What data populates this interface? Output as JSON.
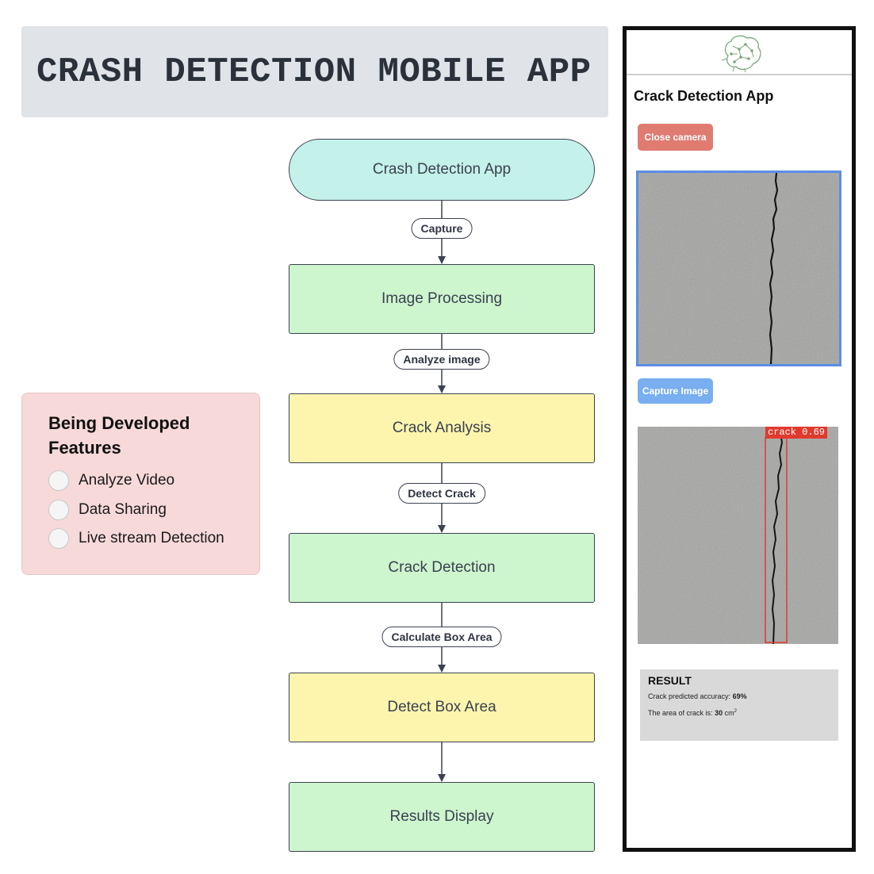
{
  "title": "CRASH DETECTION MOBILE APP",
  "flowchart": {
    "nodes": {
      "start": "Crash Detection App",
      "image_processing": "Image Processing",
      "crack_analysis": "Crack Analysis",
      "crack_detection": "Crack Detection",
      "detect_box_area": "Detect Box Area",
      "results_display": "Results Display"
    },
    "edge_labels": {
      "capture": "Capture",
      "analyze_image": "Analyze image",
      "detect_crack": "Detect Crack",
      "calculate_box_area": "Calculate Box Area"
    },
    "colors": {
      "start": "#c4f1ea",
      "green": "#cdf5ce",
      "yellow": "#fdf5ad",
      "line": "#3c4250"
    }
  },
  "features": {
    "title": "Being Developed Features",
    "items": [
      "Analyze Video",
      "Data Sharing",
      "Live stream Detection"
    ],
    "background": "#f7d9da"
  },
  "phone": {
    "app_title": "Crack Detection App",
    "close_button": "Close camera",
    "capture_button": "Capture Image",
    "detection_label": "crack 0.69",
    "result": {
      "title": "RESULT",
      "accuracy_label": "Crack predicted accuracy:",
      "accuracy_value": "69%",
      "area_label": "The area of crack is:",
      "area_value": "30",
      "area_unit": "cm",
      "area_exponent": "2"
    },
    "colors": {
      "close_button": "#e07b72",
      "capture_button": "#79aef0",
      "camera_border": "#5b8ee6",
      "bounding_box": "#e03a2e",
      "result_panel": "#d9d9d9"
    }
  }
}
